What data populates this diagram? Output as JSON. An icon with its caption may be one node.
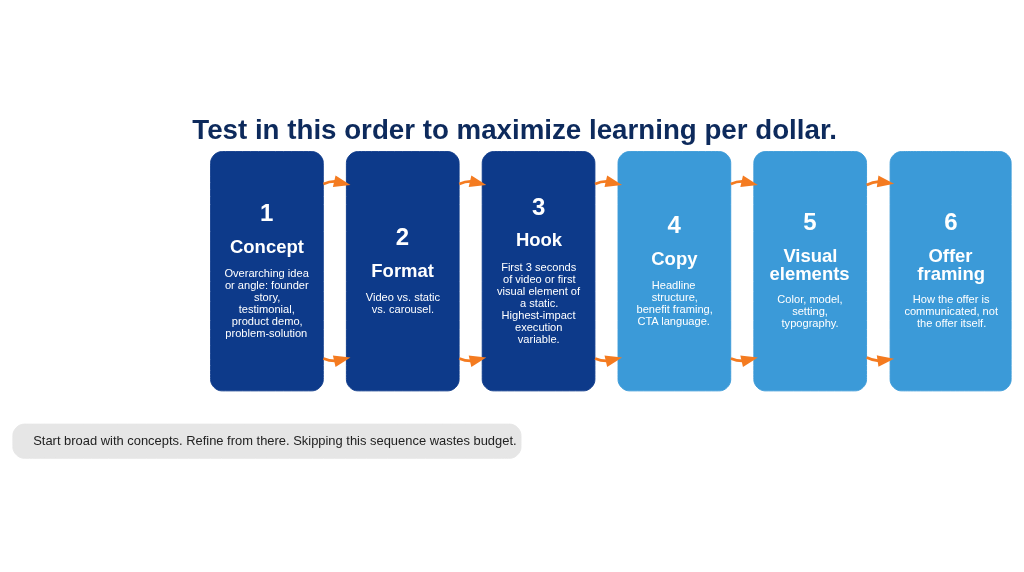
{
  "diagram": {
    "title": "Test in this order to maximize learning per dollar.",
    "nodes": [
      {
        "text": [
          "1",
          "Concept",
          "Overarching idea or angle: founder story, testimonial, product demo, problem-solution"
        ]
      },
      {
        "text": [
          "2",
          "Format",
          "Video vs. static vs. carousel."
        ]
      },
      {
        "text": [
          "3",
          "Hook",
          "First 3 seconds of video or first visual element of a static. Highest-impact execution variable."
        ]
      },
      {
        "text": [
          "4",
          "Copy",
          "Headline structure, benefit framing, CTA language."
        ]
      },
      {
        "text": [
          "5",
          "Visual elements",
          "Color, model, setting, typography."
        ]
      },
      {
        "text": [
          "6",
          "Offer framing",
          "How the offer is communicated, not the offer itself."
        ]
      },
      {
        "text": [
          "Start broad with concepts. Refine from there. Skipping this sequence wastes budget."
        ]
      }
    ],
    "edges": [
      {
        "from": 0,
        "to": 1,
        "arrow": "to"
      },
      {
        "from": 0,
        "to": 1,
        "arrow": "to"
      },
      {
        "from": 1,
        "to": 2,
        "arrow": "to"
      },
      {
        "from": 1,
        "to": 2,
        "arrow": "to"
      },
      {
        "from": 2,
        "to": 3,
        "arrow": "to"
      },
      {
        "from": 2,
        "to": 3,
        "arrow": "to"
      },
      {
        "from": 3,
        "to": 4,
        "arrow": "to"
      },
      {
        "from": 3,
        "to": 4,
        "arrow": "to"
      },
      {
        "from": 4,
        "to": 5,
        "arrow": "to"
      },
      {
        "from": 4,
        "to": 5,
        "arrow": "to"
      }
    ]
  }
}
